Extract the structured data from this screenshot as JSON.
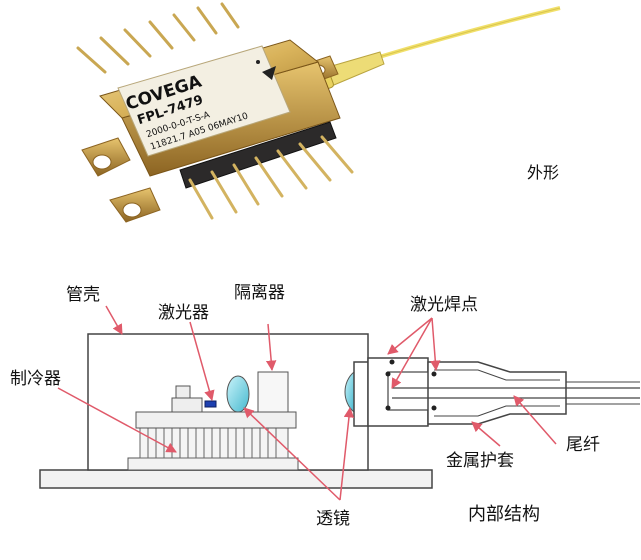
{
  "photo": {
    "caption": "外形",
    "marking": {
      "brand": "COVEGA",
      "model": "FPL-7479",
      "line3": "2000-0-0-T-S-A",
      "line4": "11821.7   A05 06MAY10"
    }
  },
  "diagram": {
    "caption": "内部结构",
    "labels": {
      "housing": "管壳",
      "laser": "激光器",
      "isolator": "隔离器",
      "cooler": "制冷器",
      "lens": "透镜",
      "weld_points": "激光焊点",
      "metal_sleeve": "金属护套",
      "pigtail": "尾纤"
    }
  },
  "colors": {
    "gold": "#d8b25a",
    "gold_dark": "#9a7428",
    "fiber": "#f1e06a",
    "lens": "#7fd7e6",
    "laser_chip": "#1d3fb0",
    "arrow": "#e05a6a"
  }
}
